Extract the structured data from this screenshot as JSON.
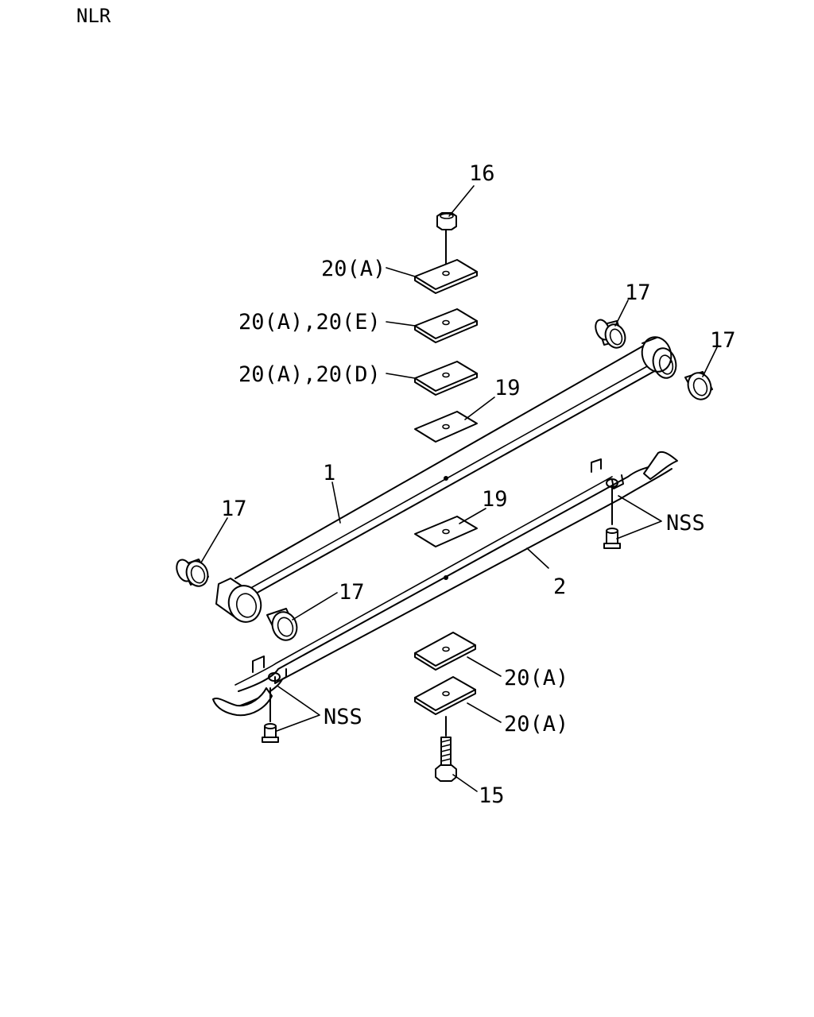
{
  "header": {
    "model": "NLR"
  },
  "callouts": {
    "leaf_spring_main": "1",
    "leaf_spring_helper": "2",
    "u_bolt": "15",
    "nut": "16",
    "bushing_upper_right_a": "17",
    "bushing_upper_right_b": "17",
    "bushing_left": "17",
    "bushing_lower_middle": "17",
    "pad_upper": "19",
    "pad_middle": "19",
    "plate_top": "20(A)",
    "plate_ae": "20(A),20(E)",
    "plate_ad": "20(A),20(D)",
    "plate_bottom_a": "20(A)",
    "plate_bottom_b": "20(A)",
    "nss_right": "NSS",
    "nss_left": "NSS"
  }
}
